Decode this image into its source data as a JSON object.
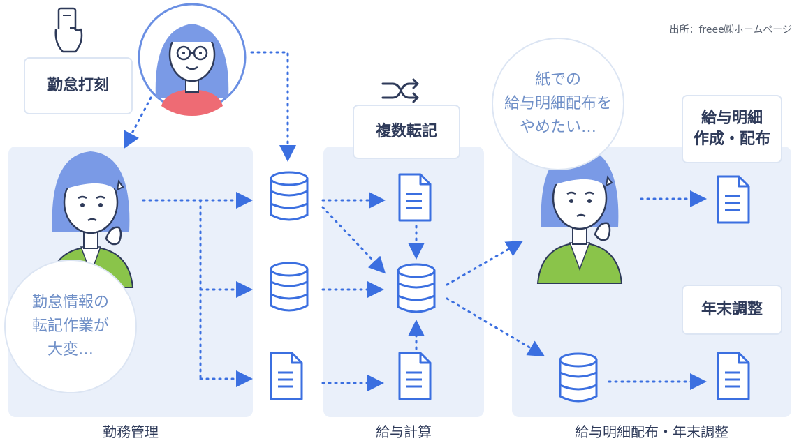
{
  "source": "出所：freee㈱ホームページ",
  "labels": {
    "attendance_stamp": "勤怠打刻",
    "multiple_transcription": "複数転記",
    "payslip_create_distribute": "給与明細\n作成・配布",
    "year_end_adjustment": "年末調整"
  },
  "bubbles": {
    "attendance_transcription": "勤怠情報の\n転記作業が\n大変…",
    "paper_payslip": "紙での\n給与明細配布を\nやめたい…"
  },
  "sections": {
    "work_management": "勤務管理",
    "payroll": "給与計算",
    "payslip_year_end": "給与明細配布・年末調整"
  },
  "colors": {
    "panel": "#eaf0fa",
    "accent_blue": "#3b6fe0",
    "line_dark": "#2e3a59",
    "hair": "#6a8fe3",
    "shirt_red": "#ee6b74",
    "cardigan_green": "#8ac44a"
  }
}
